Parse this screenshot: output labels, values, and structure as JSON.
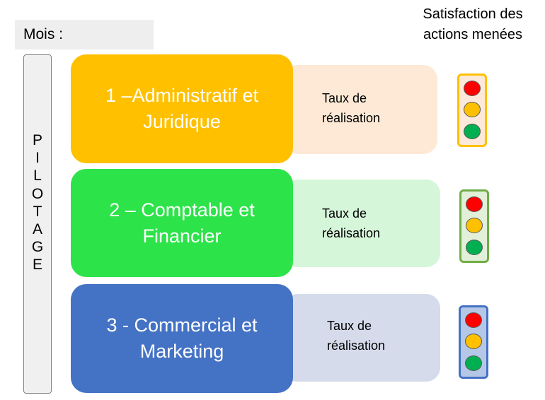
{
  "header": {
    "month_label": "Mois :",
    "satisfaction_title": "Satisfaction des actions menées"
  },
  "sidebar": {
    "letters": [
      "P",
      "I",
      "L",
      "O",
      "T",
      "A",
      "G",
      "E"
    ]
  },
  "rows": [
    {
      "category": "1 –Administratif et Juridique",
      "rate_label": "Taux de réalisation",
      "color": "#FFC000",
      "rate_bg": "#FDE9D5",
      "light_border": "#FFC000",
      "light_bg": "#FDE9D9"
    },
    {
      "category": "2 – Comptable et Financier",
      "rate_label": "Taux de réalisation",
      "color": "#2DE34A",
      "rate_bg": "#D6F6DA",
      "light_border": "#70AD47",
      "light_bg": "#E2F0D9"
    },
    {
      "category": "3 - Commercial et Marketing",
      "rate_label": "Taux de réalisation",
      "color": "#4472C4",
      "rate_bg": "#D5DBEA",
      "light_border": "#4472C4",
      "light_bg": "#B4C7E7"
    }
  ],
  "lamp_colors": [
    "#FF0000",
    "#FFC000",
    "#00B050"
  ]
}
